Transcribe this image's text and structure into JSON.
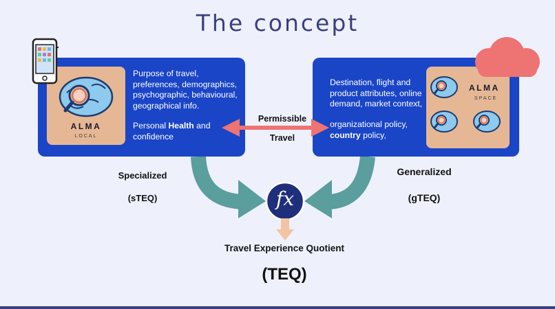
{
  "title": "The concept",
  "left": {
    "alma_title": "ALMA",
    "alma_sub": "LOCAL",
    "lines": [
      "Purpose of travel,",
      "preferences, demographics,",
      "psychographic, behavioural,",
      "geographical info."
    ],
    "health_pre": "Personal ",
    "health_bold": "Health",
    "health_post": " and",
    "health_line2": "confidence"
  },
  "right": {
    "alma_title": "ALMA",
    "alma_sub": "SPACE",
    "lines": [
      "Destination, flight and",
      "product attributes, online",
      "demand, market context,"
    ],
    "policy_line1": "organizational policy,",
    "country_bold": "country",
    "policy_line2": " policy,"
  },
  "middle": {
    "label1": "Permissible",
    "label2": "Travel"
  },
  "labels": {
    "specialized": "Specialized",
    "steq": "(sTEQ)",
    "generalized": "Generalized",
    "gteq": "(gTEQ)",
    "fx": "fx",
    "teq_title": "Travel Experience Quotient",
    "teq": "(TEQ)"
  },
  "colors": {
    "panel": "#1a45c7",
    "tile": "#e6b794",
    "arrow_teal": "#5a9e9e",
    "arrow_pink": "#ee7373",
    "cloud": "#ee7373",
    "fx_circle": "#1f2f7c",
    "down_arrow": "#f2c4a3"
  }
}
